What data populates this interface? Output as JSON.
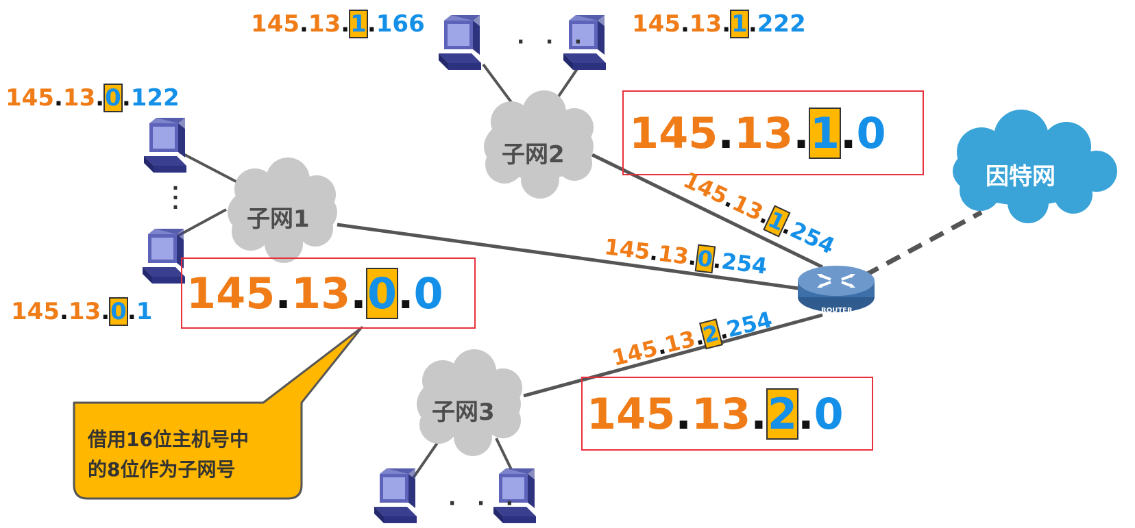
{
  "colors": {
    "network_part": "#f07c18",
    "subnet_part_fill": "#ffb700",
    "host_part": "#1590e8",
    "box_border": "#e8303c",
    "cloud": "#c8c8c8",
    "internet_cloud": "#3aa3d8",
    "callout": "#ffb700"
  },
  "clouds": {
    "subnet1": "子网1",
    "subnet2": "子网2",
    "subnet3": "子网3",
    "internet": "因特网"
  },
  "router_label": "ROUTER",
  "hosts": {
    "s1_top": {
      "net": "145",
      "net2": "13",
      "sub": "0",
      "host": "122"
    },
    "s1_bottom": {
      "net": "145",
      "net2": "13",
      "sub": "0",
      "host": "1"
    },
    "s2_left": {
      "net": "145",
      "net2": "13",
      "sub": "1",
      "host": "166"
    },
    "s2_right": {
      "net": "145",
      "net2": "13",
      "sub": "1",
      "host": "222"
    }
  },
  "subnet_addresses": {
    "subnet1": {
      "net": "145",
      "net2": "13",
      "sub": "0",
      "host": "0"
    },
    "subnet2": {
      "net": "145",
      "net2": "13",
      "sub": "1",
      "host": "0"
    },
    "subnet3": {
      "net": "145",
      "net2": "13",
      "sub": "2",
      "host": "0"
    }
  },
  "router_interfaces": {
    "if1": {
      "net": "145",
      "net2": "13",
      "sub": "1",
      "host": "254"
    },
    "if0": {
      "net": "145",
      "net2": "13",
      "sub": "0",
      "host": "254"
    },
    "if2": {
      "net": "145",
      "net2": "13",
      "sub": "2",
      "host": "254"
    }
  },
  "ellipsis": "· · ·",
  "callout": {
    "line1": "借用16位主机号中",
    "line2": "的8位作为子网号"
  }
}
